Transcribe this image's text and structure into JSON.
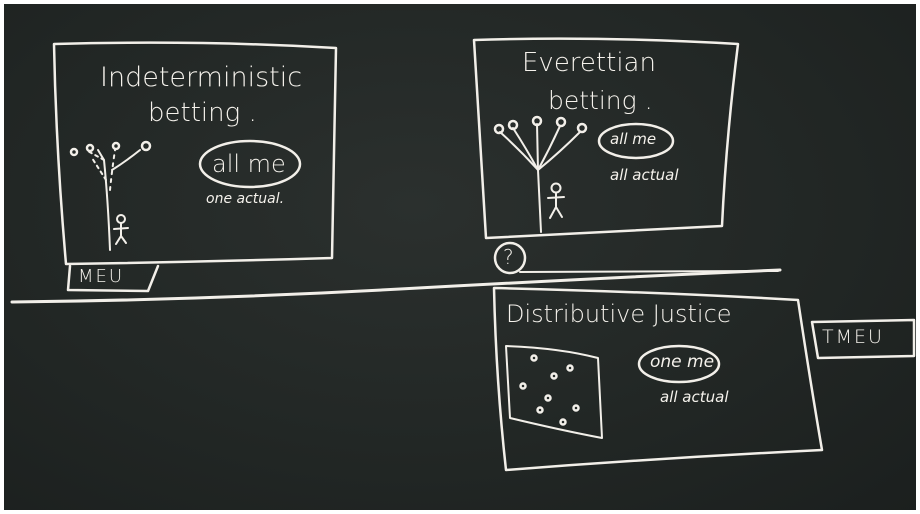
{
  "panels": {
    "indeterministic": {
      "title_line1": "Indeterministic",
      "title_line2": "betting .",
      "circled_label": "all me",
      "sub_label": "one actual."
    },
    "everettian": {
      "title_line1": "Everettian",
      "title_line2": "betting .",
      "circled_label": "all me",
      "sub_label": "all actual"
    },
    "distributive": {
      "title": "Distributive Justice",
      "circled_label": "one me",
      "sub_label": "all actual"
    }
  },
  "tags": {
    "meu": "MEU",
    "tmeu": "TMEU",
    "question": "?"
  },
  "colors": {
    "board": "#222725",
    "chalk": "#f2efe9"
  }
}
